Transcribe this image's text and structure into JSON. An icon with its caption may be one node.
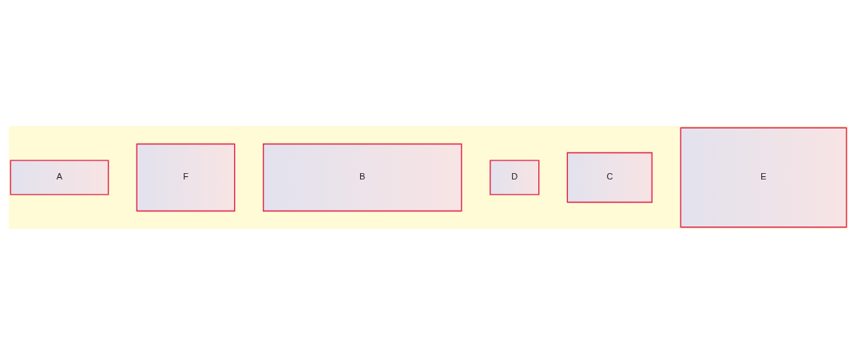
{
  "diagram": {
    "nodes": [
      {
        "text": [
          "A"
        ]
      },
      {
        "text": [
          "F"
        ]
      },
      {
        "text": [
          "B"
        ]
      },
      {
        "text": [
          "D"
        ]
      },
      {
        "text": [
          "C"
        ]
      },
      {
        "text": [
          "E"
        ]
      }
    ]
  }
}
